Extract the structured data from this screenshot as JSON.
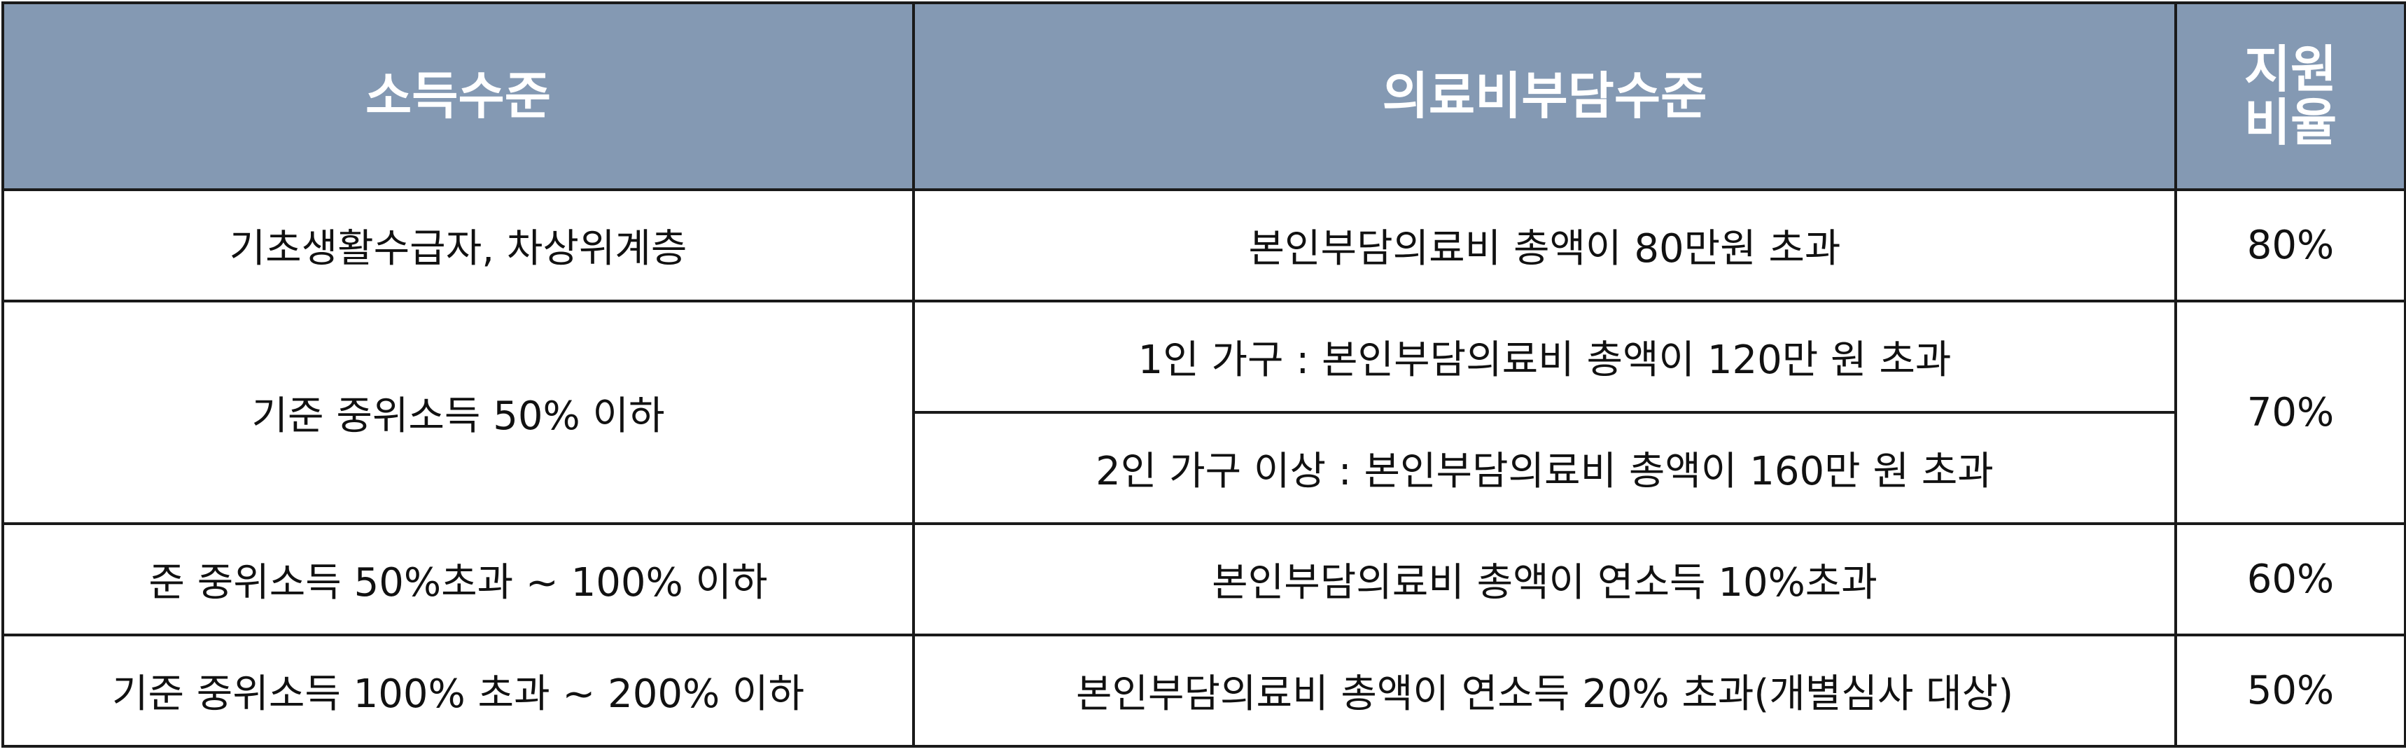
{
  "header": {
    "income_level": "소득수준",
    "medical_burden": "의료비부담수준",
    "support_ratio_line1": "지원",
    "support_ratio_line2": "비율"
  },
  "rows": [
    {
      "income": "기초생활수급자, 차상위계층",
      "burden": "본인부담의료비 총액이 80만원 초과",
      "ratio": "80%"
    },
    {
      "income": "기준 중위소득 50% 이하",
      "burden": "1인 가구 : 본인부담의료비 총액이 120만 원 초과",
      "burden2": "2인 가구 이상 : 본인부담의료비 총액이 160만 원 초과",
      "ratio": "70%"
    },
    {
      "income": "준 중위소득 50%초과 ~ 100% 이하",
      "burden": "본인부담의료비 총액이 연소득 10%초과",
      "ratio": "60%"
    },
    {
      "income": "기준 중위소득 100% 초과 ~ 200% 이하",
      "burden": "본인부담의료비 총액이 연소득 20% 초과(개별심사 대상)",
      "ratio": "50%"
    }
  ],
  "colors": {
    "header_bg": "#8499b3",
    "header_text": "#ffffff",
    "border": "#1a1a1a"
  }
}
